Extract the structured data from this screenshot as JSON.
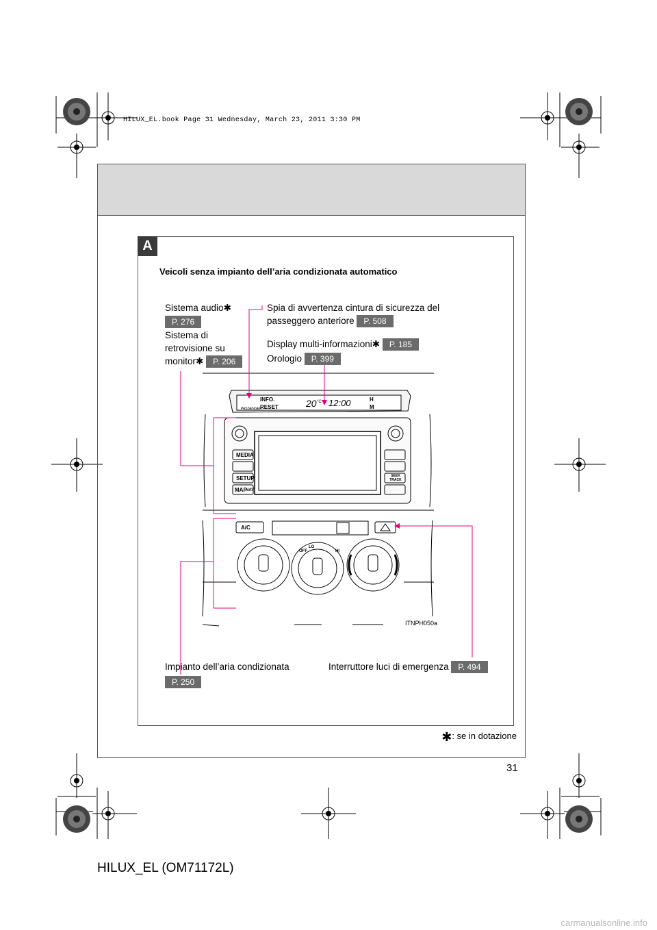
{
  "book_line": "HILUX_EL.book  Page 31  Wednesday, March 23, 2011  3:30 PM",
  "section": {
    "tag": "A",
    "heading": "Veicoli senza impianto dell’aria condizionata automatico"
  },
  "callouts": {
    "audio": {
      "label": "Sistema audio",
      "ref": "P. 276"
    },
    "rear_view": {
      "line1": "Sistema di",
      "line2": "retrovisione su",
      "line3": "monitor",
      "ref": "P. 206"
    },
    "seatbelt": {
      "line1": "Spia di avvertenza cintura di sicurezza del",
      "line2": "passeggero anteriore",
      "ref": "P. 508"
    },
    "multi_info": {
      "label": "Display multi-informazioni",
      "ref": "P. 185"
    },
    "clock": {
      "label": "Orologio",
      "ref": "P. 399"
    },
    "aircon": {
      "label": "Impianto dell’aria condizionata",
      "ref": "P. 250"
    },
    "hazard": {
      "label": "Interruttore luci di emergenza",
      "ref": "P. 494"
    }
  },
  "dashboard": {
    "info_btn": "INFO.",
    "reset_btn": "RESET",
    "passenger": "PASSENGER",
    "temp": "20",
    "temp_unit": "°C",
    "clock": "12:00",
    "h_btn": "H",
    "m_btn": "M",
    "media_btn": "MEDIA",
    "setup_btn": "SETUP",
    "map_btn": "MAP",
    "nav_btn": "NAV",
    "seek_btn": "SEEK TRACK",
    "ac_btn": "A/C",
    "fan_off": "OFF",
    "fan_lo": "LO",
    "fan_hi": "HI",
    "image_id": "ITNPH050a"
  },
  "footnote": ": se in dotazione",
  "page_number": "31",
  "model_code": "HILUX_EL (OM71172L)",
  "watermark": "carmanualsonline.info",
  "colors": {
    "callout_line": "#e5007e",
    "ref_badge": "#6b6b6b",
    "header_band": "#d9d9d9"
  }
}
